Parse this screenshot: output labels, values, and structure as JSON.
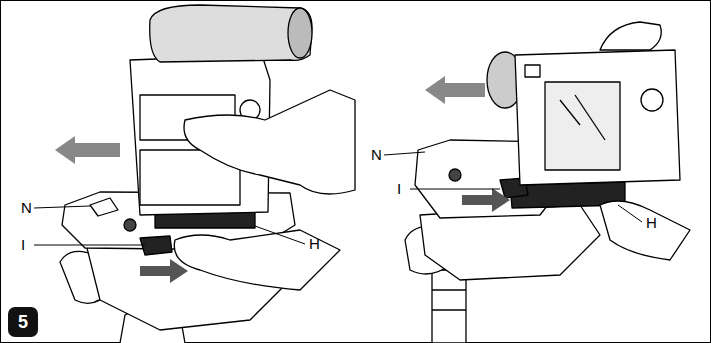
{
  "diagram": {
    "nodes": [
      {
        "text": [
          "5"
        ]
      }
    ],
    "labels": [
      "N",
      "I",
      "H",
      "N",
      "I",
      "H"
    ]
  }
}
